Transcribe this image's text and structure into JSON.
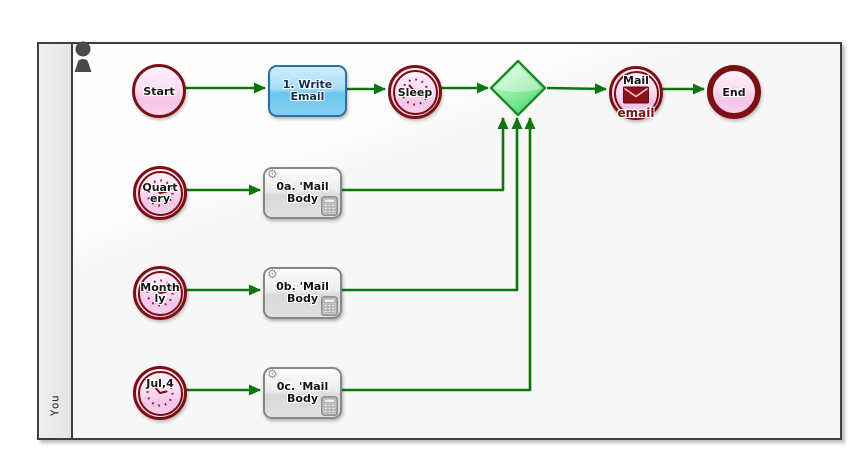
{
  "pool": {
    "lane_label": "You"
  },
  "icons": {
    "gear_glyph": "⚙",
    "lane_actor": "person-icon",
    "timer": "clock-icon",
    "message": "envelope-icon",
    "script": "calculator-icon"
  },
  "colors": {
    "flow_arrow": "#0b760e",
    "event_border": "#7a1014",
    "event_fill": "#f9d2ee",
    "task_blue_border": "#2a70ad",
    "task_gray_border": "#878787",
    "gateway_border": "#1c8a2c",
    "gateway_fill": "#7ce68c"
  },
  "nodes": {
    "start": {
      "type": "start-event",
      "label": "Start"
    },
    "write_email": {
      "type": "user-task",
      "line1": "1. Write",
      "line2": "Email"
    },
    "sleep": {
      "type": "timer-event",
      "label": "Sleep"
    },
    "gateway": {
      "type": "merge-gateway",
      "label": ""
    },
    "mail": {
      "type": "message-event",
      "line1": "Mail",
      "line2": "email"
    },
    "end": {
      "type": "end-event",
      "label": "End"
    },
    "quarterly": {
      "type": "timer-event",
      "line1": "Quart",
      "line2": "ery"
    },
    "mail_body_a": {
      "type": "script-task",
      "line1": "0a. 'Mail",
      "line2": "Body"
    },
    "monthly": {
      "type": "timer-event",
      "line1": "Month",
      "line2": "ly"
    },
    "mail_body_b": {
      "type": "script-task",
      "line1": "0b. 'Mail",
      "line2": "Body"
    },
    "jul4": {
      "type": "timer-event",
      "label": "Jul,4"
    },
    "mail_body_c": {
      "type": "script-task",
      "line1": "0c. 'Mail",
      "line2": "Body"
    }
  }
}
